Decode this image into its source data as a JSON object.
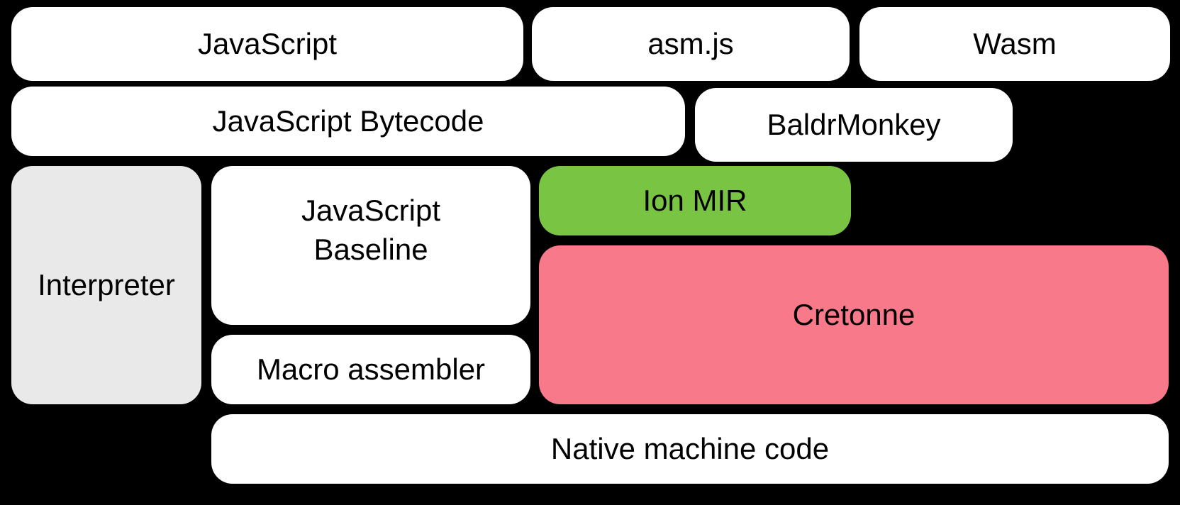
{
  "palette": {
    "background": "#000000",
    "box_white": "#ffffff",
    "interpreter_gray": "#e9e9e9",
    "ion_mir_green": "#79c543",
    "cretonne_pink": "#f7798a",
    "text": "#000000"
  },
  "boxes": {
    "javascript": {
      "label": "JavaScript"
    },
    "asmjs": {
      "label": "asm.js"
    },
    "wasm": {
      "label": "Wasm"
    },
    "javascript_bytecode": {
      "label": "JavaScript Bytecode"
    },
    "baldrmonkey": {
      "label": "BaldrMonkey"
    },
    "interpreter": {
      "label": "Interpreter"
    },
    "javascript_baseline": {
      "label": "JavaScript\nBaseline"
    },
    "ion_mir": {
      "label": "Ion MIR"
    },
    "cretonne": {
      "label": "Cretonne"
    },
    "macro_assembler": {
      "label": "Macro assembler"
    },
    "native_machine_code": {
      "label": "Native machine code"
    }
  }
}
